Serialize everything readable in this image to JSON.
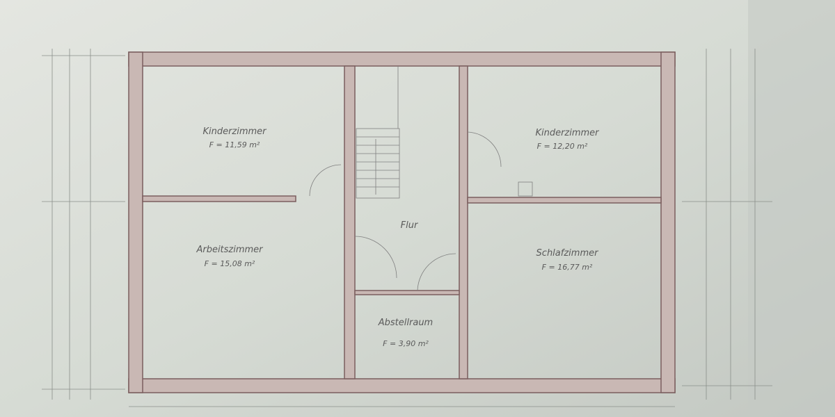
{
  "rooms": [
    {
      "name": "Kinderzimmer",
      "area": "F = 11,59 m²"
    },
    {
      "name": "Kinderzimmer",
      "area": "F = 12,20 m²"
    },
    {
      "name": "Arbeitszimmer",
      "area": "F = 15,08 m²"
    },
    {
      "name": "Schlafzimmer",
      "area": "F = 16,77 m²"
    },
    {
      "name": "Flur"
    },
    {
      "name": "Abstellraum",
      "area": "F = 3,90 m²"
    }
  ],
  "colors": {
    "paper": "#d9dcd6",
    "wall": "#c9b8b4",
    "wall_outline": "#7a5e5e"
  }
}
